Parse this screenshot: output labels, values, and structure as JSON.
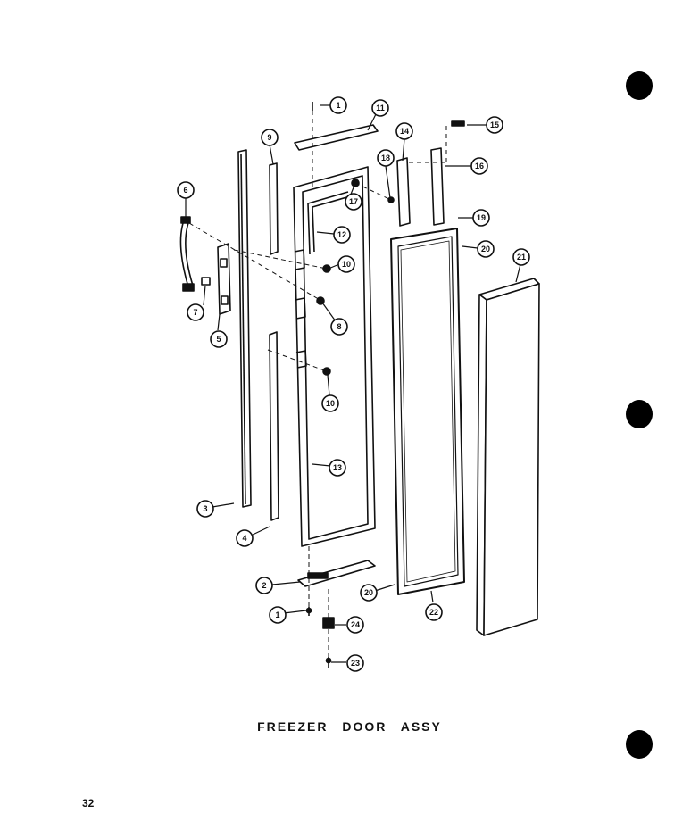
{
  "title": "FREEZER DOOR ASSY",
  "page_number": "32",
  "callouts": [
    "1",
    "2",
    "3",
    "4",
    "5",
    "6",
    "7",
    "8",
    "9",
    "10",
    "11",
    "12",
    "13",
    "14",
    "15",
    "16",
    "17",
    "18",
    "19",
    "20",
    "21",
    "22",
    "23",
    "24"
  ],
  "extra_callouts": {
    "label_10b": "10",
    "label_20b": "20",
    "label_1b": "1"
  }
}
